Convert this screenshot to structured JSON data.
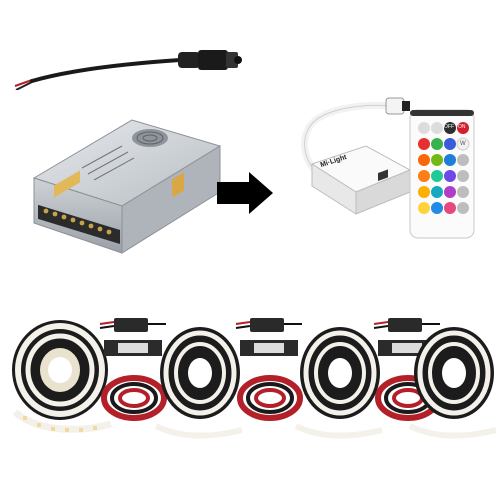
{
  "product": {
    "controller_brand": "Mi·Light",
    "remote_buttons": {
      "off_label": "OFF",
      "on_label": "ON",
      "white_label": "W"
    }
  },
  "colors": {
    "psu_silver": "#c9cdd2",
    "cable_black": "#1a1a1a",
    "wire_red": "#b3202a",
    "strip_pcb": "#f4f1ea",
    "led_warm": "#f2d9a0",
    "arrow": "#000000"
  }
}
